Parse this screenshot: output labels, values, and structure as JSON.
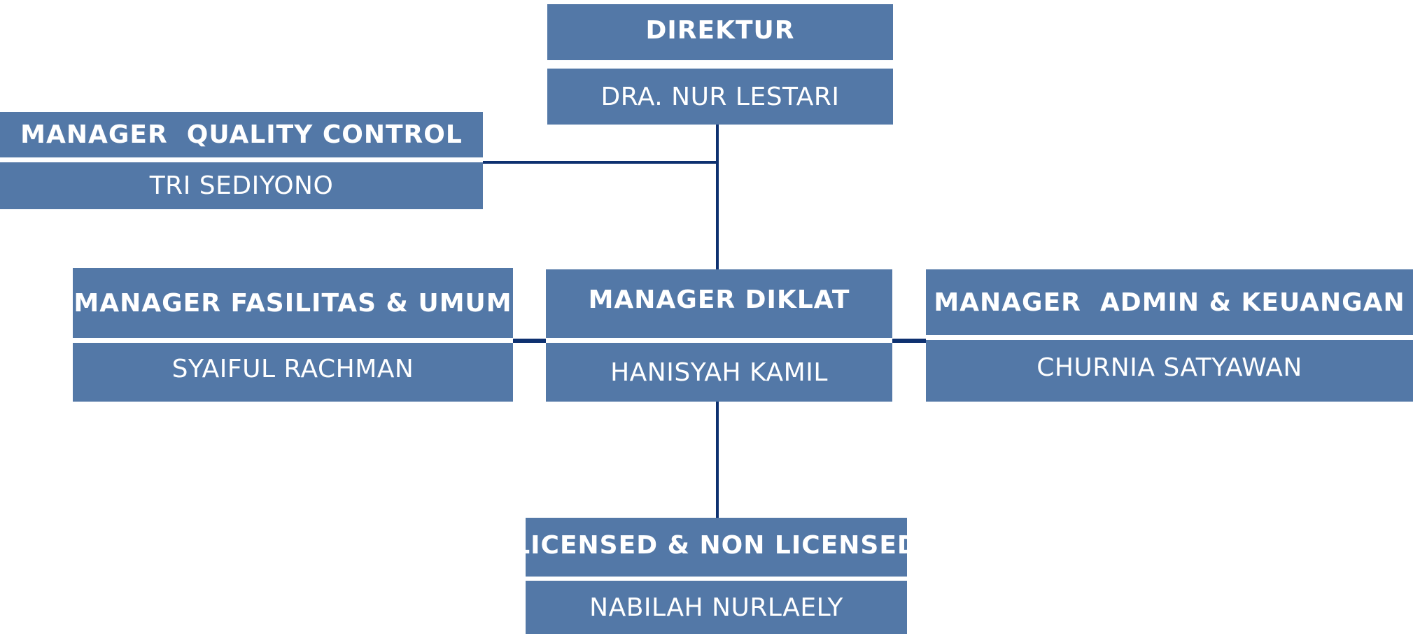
{
  "org_chart": {
    "direktur": {
      "role": "DIREKTUR",
      "name": "DRA. NUR LESTARI"
    },
    "quality_control": {
      "role": "MANAGER  QUALITY CONTROL",
      "name": "TRI SEDIYONO"
    },
    "fasilitas_umum": {
      "role": "MANAGER FASILITAS & UMUM",
      "name": "SYAIFUL RACHMAN"
    },
    "diklat": {
      "role": "MANAGER DIKLAT",
      "name": "HANISYAH KAMIL"
    },
    "admin_keuangan": {
      "role": "MANAGER  ADMIN & KEUANGAN",
      "name": "CHURNIA SATYAWAN"
    },
    "licensed": {
      "role": "LICENSED & NON LICENSED",
      "name": "NABILAH NURLAELY"
    }
  },
  "colors": {
    "box_fill": "#5378a7",
    "text": "#ffffff",
    "connector": "#0e3170"
  }
}
